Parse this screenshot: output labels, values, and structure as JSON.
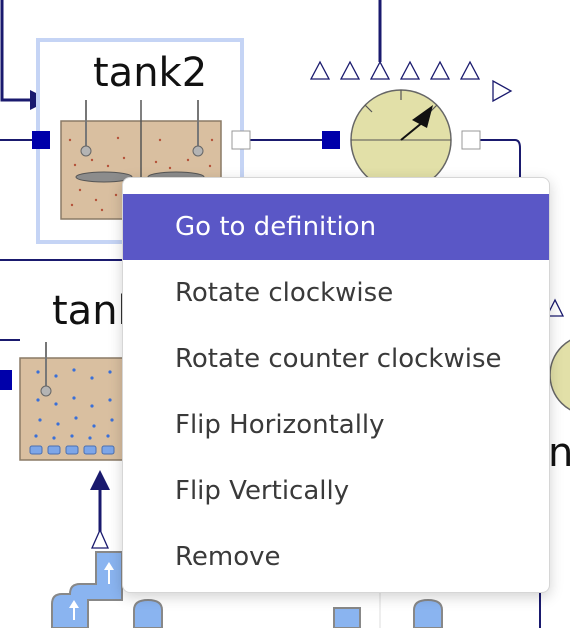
{
  "diagram": {
    "blocks": [
      {
        "id": "tank2",
        "label": "tank2",
        "selected": true
      },
      {
        "id": "tank-lower",
        "label": "tank"
      },
      {
        "id": "partial-right",
        "label": "n"
      }
    ]
  },
  "context_menu": {
    "items": [
      {
        "label": "Go to definition",
        "active": true
      },
      {
        "label": "Rotate clockwise",
        "active": false
      },
      {
        "label": "Rotate counter clockwise",
        "active": false
      },
      {
        "label": "Flip Horizontally",
        "active": false
      },
      {
        "label": "Flip Vertically",
        "active": false
      },
      {
        "label": "Remove",
        "active": false
      }
    ]
  },
  "colors": {
    "wire": "#1a1a6e",
    "port": "#0000aa",
    "tank_fill": "#d9bfa0",
    "gauge_fill": "#e2e0a8",
    "selection": "#c5d4f5",
    "menu_active_bg": "#5a57c6",
    "menu_text": "#3a3a3a",
    "pipe_fill": "#8ab4f0"
  },
  "icons": [
    "flow-arrow-icon",
    "pointer-needle-icon",
    "triangle-marker-icon",
    "up-arrow-icon"
  ]
}
